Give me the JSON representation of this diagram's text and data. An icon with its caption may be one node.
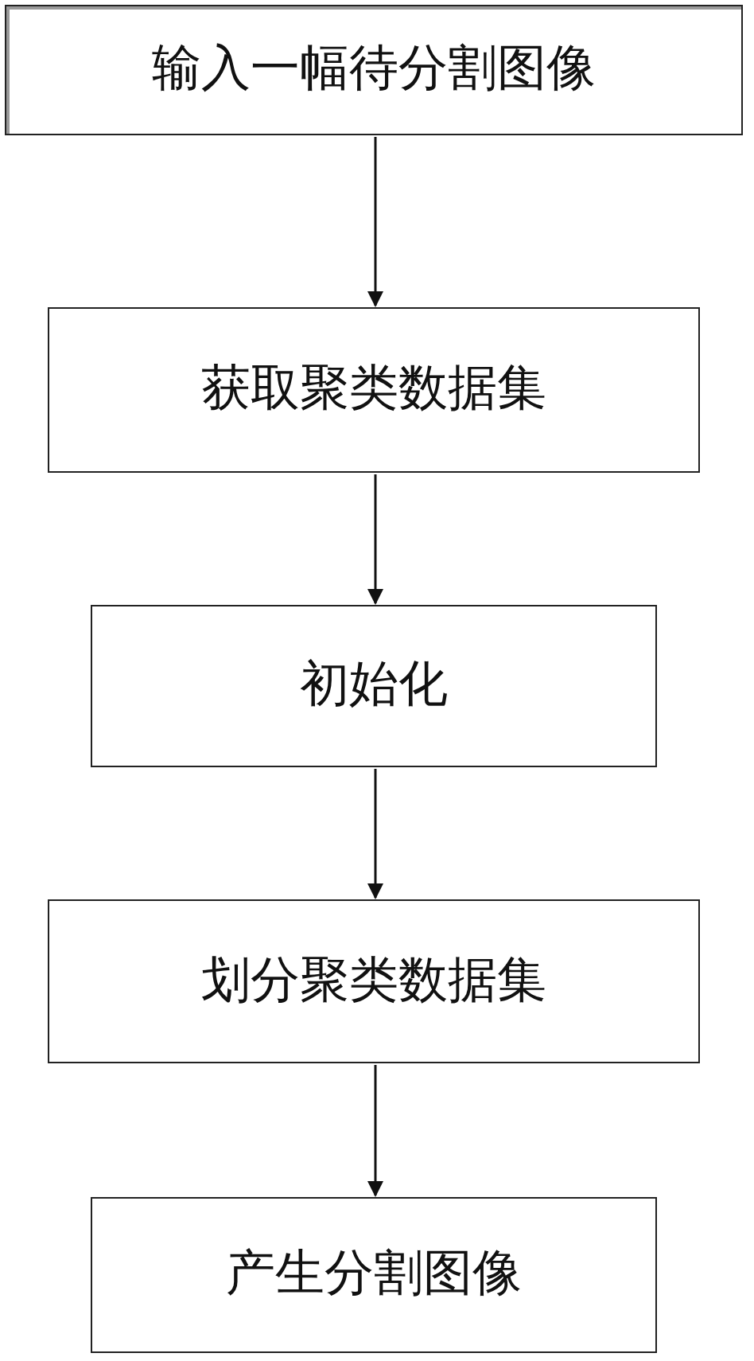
{
  "diagram": {
    "nodes": [
      {
        "text": [
          "输入一幅待分割图像"
        ]
      },
      {
        "text": [
          "获取聚类数据集"
        ]
      },
      {
        "text": [
          "初始化"
        ]
      },
      {
        "text": [
          "划分聚类数据集"
        ]
      },
      {
        "text": [
          "产生分割图像"
        ]
      }
    ],
    "edges": [
      {
        "from": 0,
        "to": 1,
        "arrow": "to"
      },
      {
        "from": 1,
        "to": 2,
        "arrow": "to"
      },
      {
        "from": 2,
        "to": 3,
        "arrow": "to"
      },
      {
        "from": 3,
        "to": 4,
        "arrow": "to"
      }
    ]
  }
}
